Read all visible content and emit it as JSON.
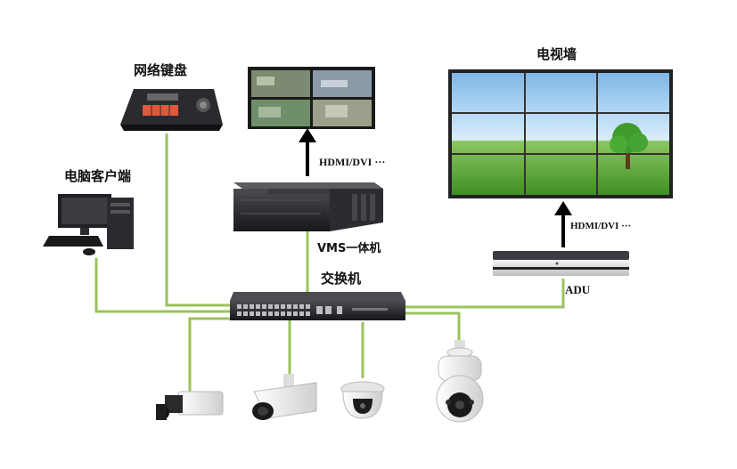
{
  "labels": {
    "keyboard": "网络键盘",
    "pc_client": "电脑客户端",
    "video_wall": "电视墙",
    "vms": "VMS一体机",
    "switch": "交换机",
    "adu": "ADU",
    "hdmi_top": "HDMI/DVI ···",
    "hdmi_right": "HDMI/DVI ···"
  },
  "colors": {
    "cable": "#9bc35a",
    "device_dark": "#1e1f22",
    "device_mid": "#3b3d42",
    "sky": "#bfe0f5",
    "grass": "#5fae36"
  },
  "icons": {
    "keyboard": "network-keyboard-icon",
    "pc": "desktop-computer-icon",
    "monitor": "monitor-icon",
    "vms": "vms-server-icon",
    "switch": "network-switch-icon",
    "wall": "video-wall-icon",
    "decoder": "adu-decoder-icon",
    "camera_box": "box-camera-icon",
    "camera_bullet": "bullet-camera-icon",
    "camera_dome": "dome-camera-icon",
    "camera_ptz": "ptz-camera-icon"
  }
}
